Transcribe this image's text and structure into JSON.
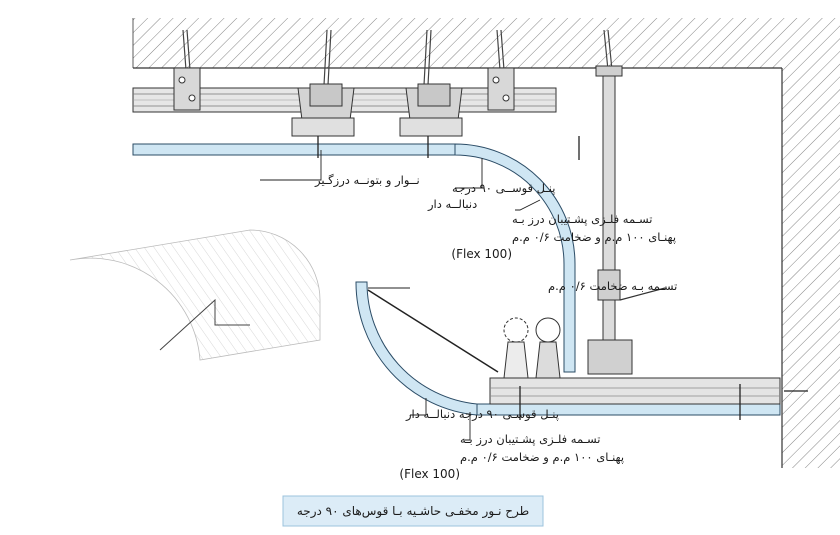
{
  "labels": {
    "strip_gypsum": "نــوار و بتونــه درزگـیر",
    "curve_top_1": "پنـل قوســی ۹۰ درجه",
    "curve_top_2": "دنبالــه دار",
    "flex_top_1": "تسـمه فلـزی پشـتیبان درز بـه",
    "flex_top_2": "پهنـای ۱۰۰ م.م و ضخامت ۰/۶ م.م",
    "flex_top_3": "(Flex 100)",
    "strap": "تسـمه بـه ضخامت ۰/۶ م.م",
    "curve_bottom": "پنـل قوسـی ۹۰ درجه دنبالــه دار",
    "flex_bottom_1": "تسـمه فلـزی پشـتیبان درز بـه",
    "flex_bottom_2": "پهنـای ۱۰۰ م.م و ضخامت ۰/۶ م.م",
    "flex_bottom_3": "(Flex 100)"
  },
  "caption": "طرح نـور مخفـی حاشـیه بـا قوس‌های ۹۰ درجه",
  "colors": {
    "panel_blue": "#cfe6f3",
    "panel_stroke": "#2b4c66",
    "caption_bg": "#dcecf7",
    "line": "#222222"
  }
}
